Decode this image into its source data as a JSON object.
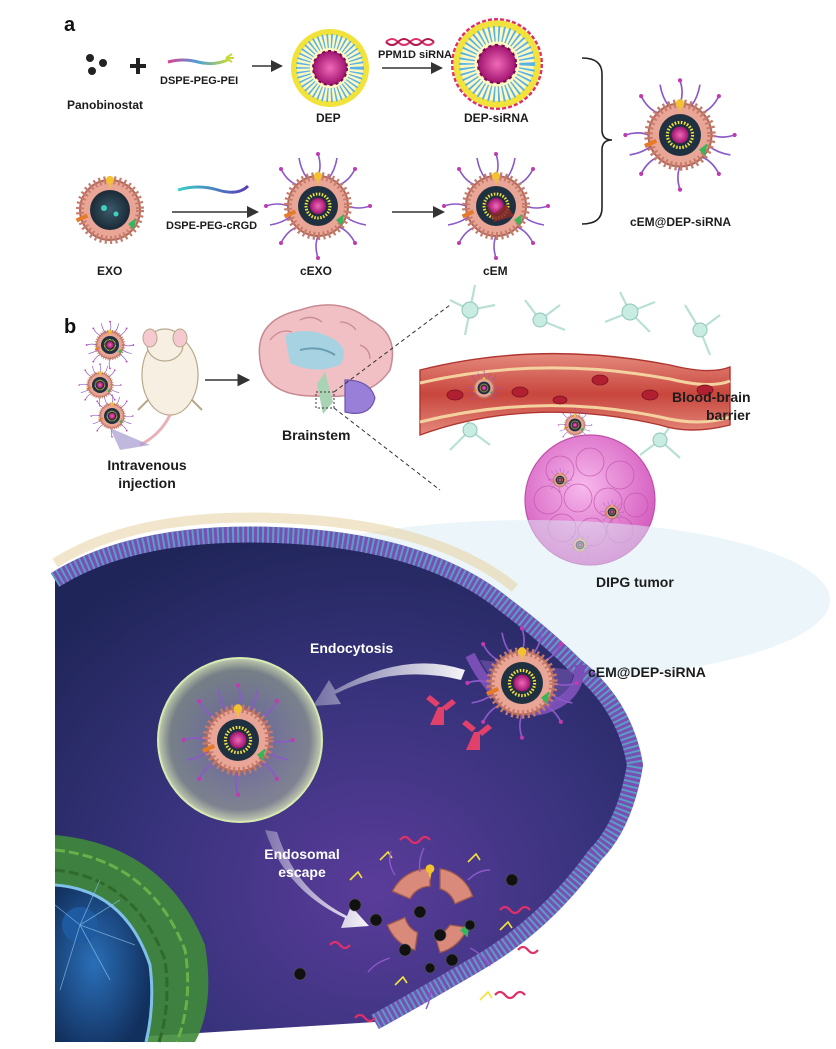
{
  "panel_a": {
    "letter": "a",
    "panobinostat": "Panobinostat",
    "dspe_peg_pei": "DSPE-PEG-PEI",
    "dep": "DEP",
    "ppm1d_sirna": "PPM1D siRNA",
    "dep_sirna": "DEP-siRNA",
    "exo": "EXO",
    "dspe_peg_crgd": "DSPE-PEG-cRGD",
    "cexo": "cEXO",
    "cem": "cEM",
    "cem_dep_sirna": "cEM@DEP-siRNA"
  },
  "panel_b": {
    "letter": "b",
    "intravenous_line1": "Intravenous",
    "intravenous_line2": "injection",
    "brainstem": "Brainstem",
    "bbb_line1": "Blood-brain",
    "bbb_line2": "barrier",
    "dipg_tumor": "DIPG tumor",
    "cem_dep_sirna": "cEM@DEP-siRNA",
    "endocytosis": "Endocytosis",
    "endosomal_line1": "Endosomal",
    "endosomal_line2": "escape"
  },
  "colors": {
    "micelle_core": "#c8208f",
    "micelle_tail": "#f2e23c",
    "exosome_shell": "#d98a7a",
    "cell_interior": "#2c2f6e",
    "membrane": "#7a4fb5",
    "tumor": "#e58ad6",
    "vessel": "#d9544b"
  }
}
